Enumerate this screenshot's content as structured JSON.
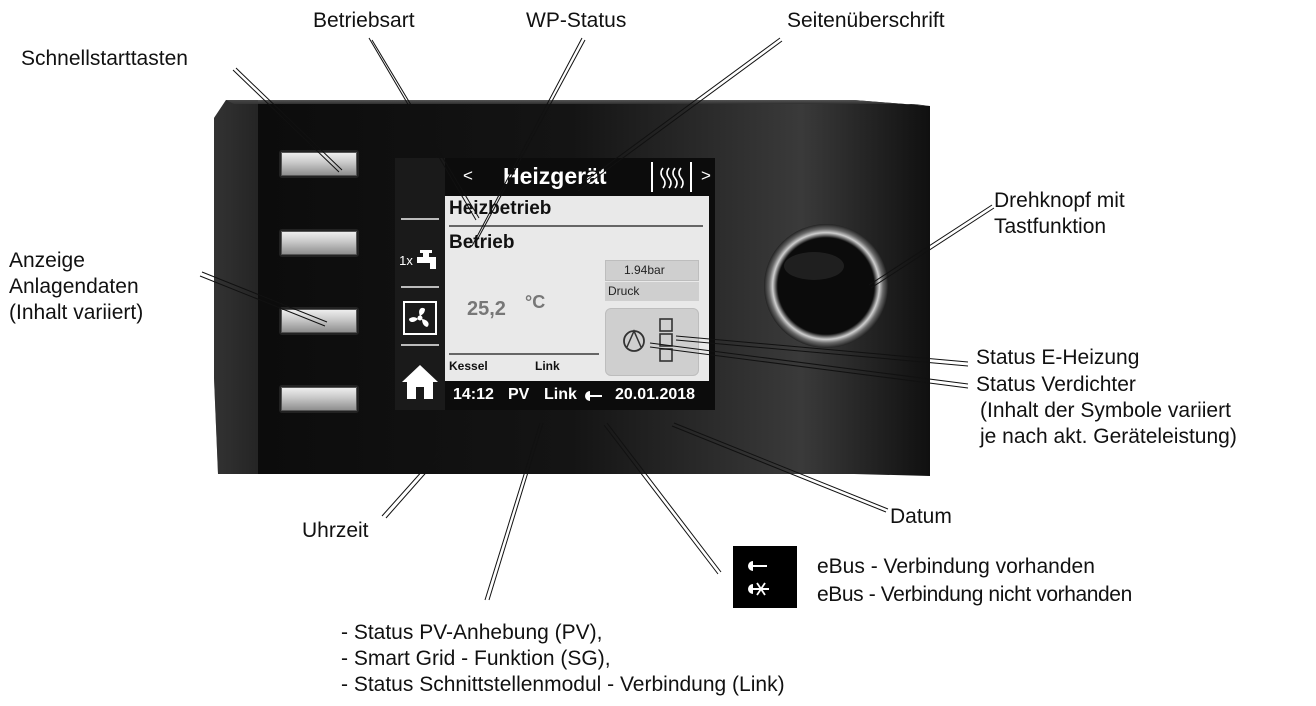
{
  "labels": {
    "betriebsart": "Betriebsart",
    "wp_status": "WP-Status",
    "seitenueberschrift": "Seitenüberschrift",
    "schnellstarttasten": "Schnellstarttasten",
    "anzeige": [
      "Anzeige",
      "Anlagendaten",
      "(Inhalt variiert)"
    ],
    "drehknopf": [
      "Drehknopf mit",
      "Tastfunktion"
    ],
    "status_eheizung": "Status E-Heizung",
    "status_verdichter": [
      "Status Verdichter",
      "(Inhalt der Symbole variiert",
      "je nach akt. Geräteleistung)"
    ],
    "datum": "Datum",
    "uhrzeit": "Uhrzeit",
    "ebus_on": "eBus - Verbindung vorhanden",
    "ebus_off": "eBus - Verbindung nicht vorhanden",
    "status_list": [
      "- Status PV-Anhebung (PV),",
      "- Smart Grid - Funktion (SG),",
      "- Status Schnittstellenmodul - Verbindung (Link)"
    ]
  },
  "screen": {
    "nav_prev": "<",
    "nav_next": ">",
    "page_title": "Heizgerät",
    "mode": "Heizbetrieb",
    "status": "Betrieb",
    "temperature_value": "25,2",
    "temperature_unit": "°C",
    "pressure_value": "1.94bar",
    "pressure_label": "Druck",
    "footer_left": "Kessel",
    "footer_right": "Link",
    "dhw_count": "1x",
    "time": "14:12",
    "pv": "PV",
    "link": "Link",
    "date": "20.01.2018"
  },
  "icons": [
    "tap-icon",
    "fan-icon",
    "home-icon",
    "heating-wave-icon",
    "compressor-icon",
    "e-heater-icon",
    "ebus-connected-icon",
    "ebus-disconnected-icon"
  ]
}
